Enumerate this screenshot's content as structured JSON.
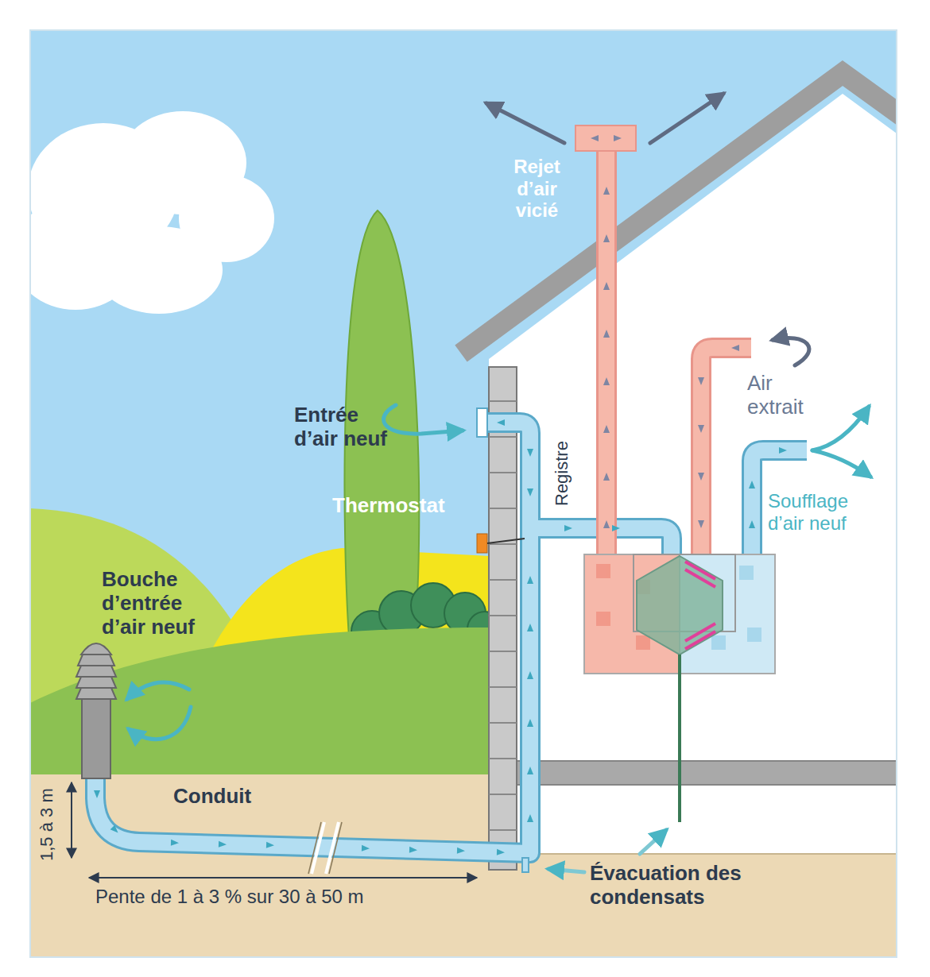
{
  "diagram": {
    "labels": [
      "Rejet d’air vicié",
      "Air extrait",
      "Entrée d’air neuf",
      "Registre",
      "Thermostat",
      "Soufflage d’air neuf",
      "Bouche d’entrée d’air neuf",
      "Conduit",
      "1,5 à 3 m",
      "Pente de 1 à 3 % sur 30 à 50 m",
      "Évacuation des condensats"
    ]
  }
}
